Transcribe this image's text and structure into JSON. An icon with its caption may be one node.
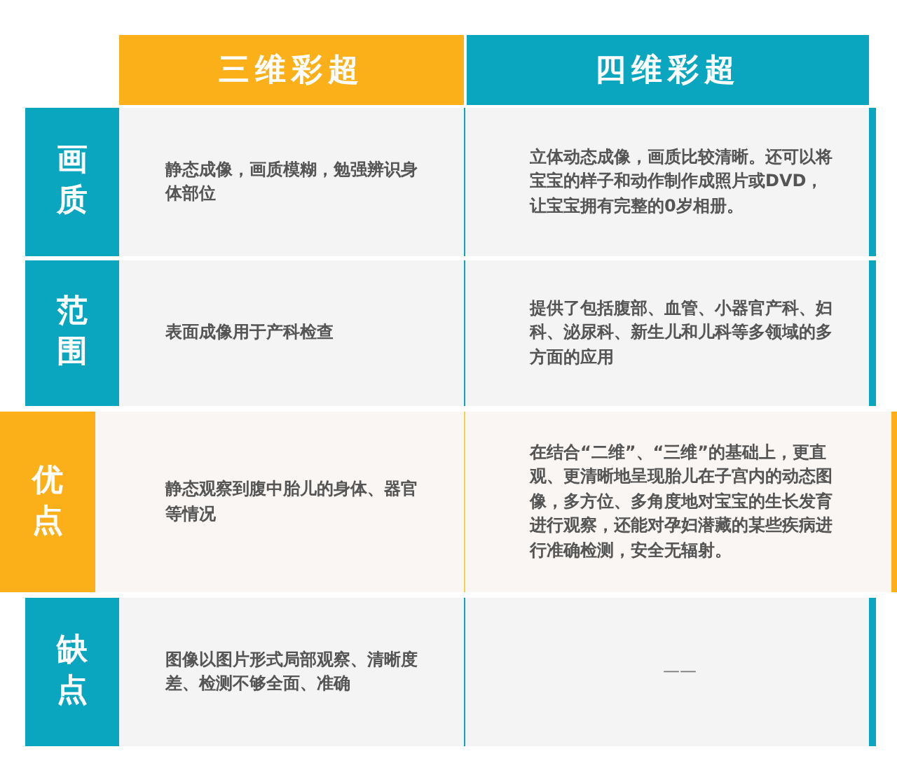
{
  "diagram": {
    "labels": [
      "三维彩超",
      "四维彩超",
      "画质",
      "静态成像，画质模糊，勉强辨识身体部位",
      "立体动态成像，画质比较清晰。还可以将宝宝的样子和动作制作成照片或DVD，让宝宝拥有完整的0岁相册。",
      "范围",
      "表面成像用于产科检查",
      "提供了包括腹部、血管、小器官产科、妇科、泌尿科、新生儿和儿科等多领域的多方面的应用",
      "优点",
      "静态观察到腹中胎儿的身体、器官等情况",
      "在结合“二维”、“三维”的基础上，更直观、更清晰地呈现胎儿在子宫内的动态图像，多方位、多角度地对宝宝的生长发育进行观察，还能对孕妇潜藏的某些疾病进行准确检测，安全无辐射。",
      "缺点",
      "图像以图片形式局部观察、清晰度差、检测不够全面、准确",
      "——"
    ]
  }
}
